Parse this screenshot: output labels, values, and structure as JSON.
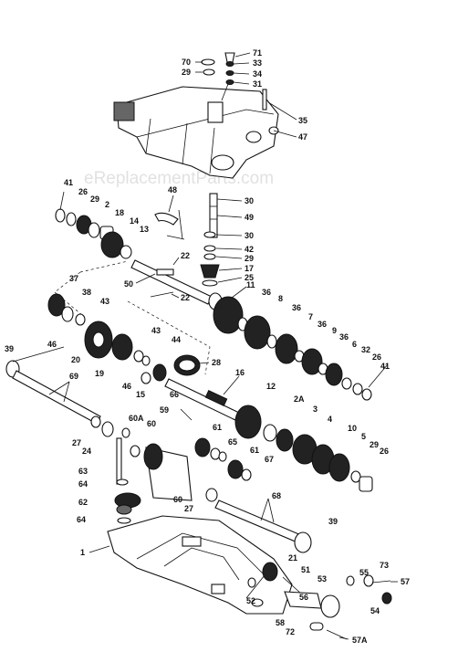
{
  "watermark": "eReplacementParts.com",
  "callouts": [
    "70",
    "71",
    "33",
    "29",
    "34",
    "31",
    "35",
    "47",
    "41",
    "26",
    "29",
    "2",
    "18",
    "48",
    "14",
    "13",
    "30",
    "49",
    "30",
    "42",
    "29",
    "17",
    "25",
    "22",
    "50",
    "22",
    "11",
    "37",
    "38",
    "43",
    "36",
    "8",
    "36",
    "7",
    "36",
    "9",
    "36",
    "6",
    "32",
    "26",
    "41",
    "46",
    "20",
    "19",
    "43",
    "44",
    "28",
    "39",
    "69",
    "46",
    "15",
    "16",
    "12",
    "2A",
    "3",
    "4",
    "10",
    "5",
    "29",
    "26",
    "66",
    "59",
    "60A",
    "60",
    "61",
    "65",
    "61",
    "67",
    "27",
    "24",
    "63",
    "64",
    "62",
    "64",
    "27",
    "60",
    "68",
    "39",
    "1",
    "21",
    "51",
    "53",
    "55",
    "73",
    "57",
    "52",
    "56",
    "54",
    "58",
    "72",
    "57A"
  ]
}
